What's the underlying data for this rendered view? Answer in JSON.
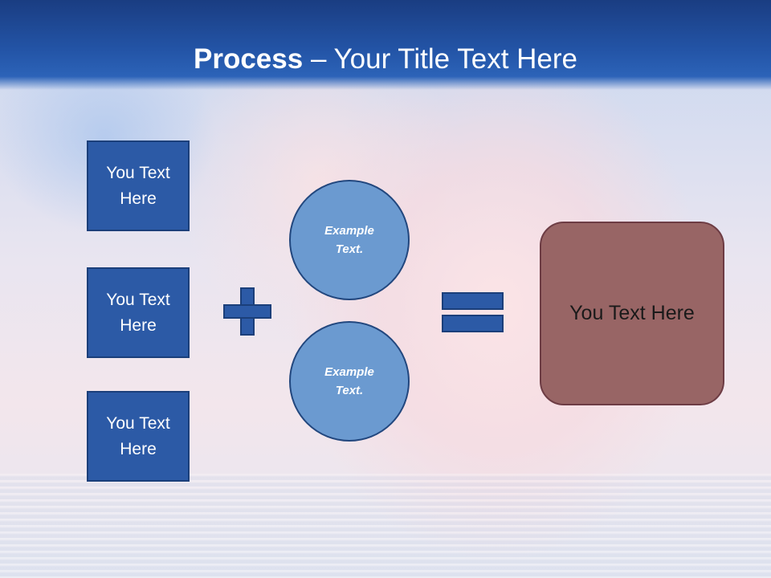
{
  "slide": {
    "title_bold": "Process",
    "title_rest": " – Your Title Text Here",
    "input_boxes": [
      {
        "label": "You Text Here"
      },
      {
        "label": "You Text Here"
      },
      {
        "label": "You Text Here"
      }
    ],
    "circles": [
      {
        "label": "Example Text."
      },
      {
        "label": "Example Text."
      }
    ],
    "result_label": "You Text Here"
  },
  "colors": {
    "header_blue": "#2354a6",
    "box_blue": "#2c5aa6",
    "circle_blue": "#6b9ad0",
    "result_mauve": "#986565"
  },
  "icons": [
    "plus-icon",
    "equals-icon"
  ]
}
